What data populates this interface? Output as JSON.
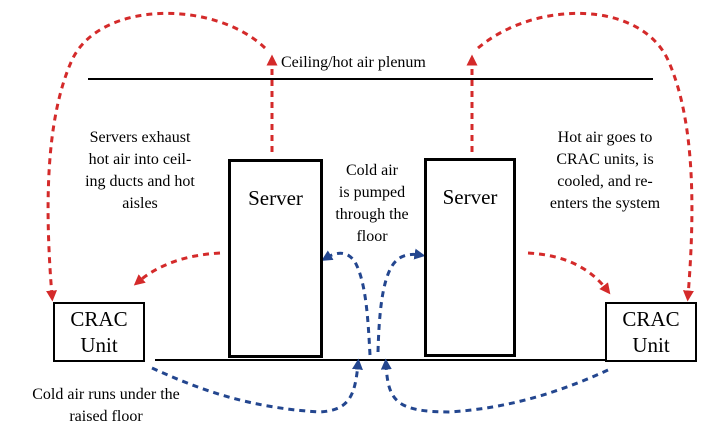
{
  "colors": {
    "hot_air": "#d42a2a",
    "cold_air": "#23468f",
    "line": "#000000"
  },
  "labels": {
    "plenum": "Ceiling/hot air plenum",
    "server_left": "Server",
    "server_right": "Server",
    "crac_left": [
      "CRAC",
      "Unit"
    ],
    "crac_right": [
      "CRAC",
      "Unit"
    ],
    "left_note": [
      "Servers exhaust",
      "hot air into ceil-",
      "ing ducts and hot",
      "aisles"
    ],
    "right_note": [
      "Hot air goes to",
      "CRAC units, is",
      "cooled, and re-",
      "enters the system"
    ],
    "center_note": [
      "Cold air",
      "is pumped",
      "through the",
      "floor"
    ],
    "floor_note": [
      "Cold air runs under the",
      "raised floor"
    ]
  }
}
